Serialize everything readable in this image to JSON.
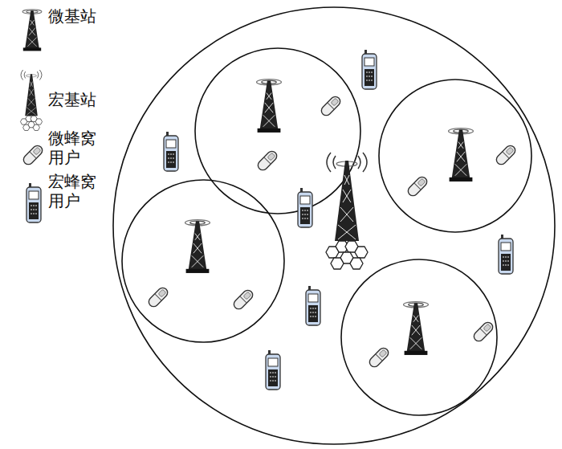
{
  "diagram": {
    "legend": [
      {
        "text": "微基站"
      },
      {
        "text": "宏基站"
      },
      {
        "text": "微蜂窝 用户"
      },
      {
        "text": "宏蜂窝 用户"
      }
    ]
  }
}
